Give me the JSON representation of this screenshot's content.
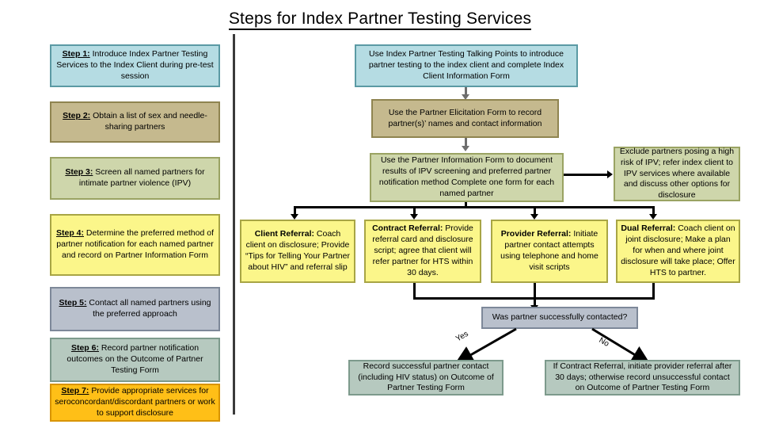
{
  "title": "Steps for Index Partner Testing Services",
  "steps": [
    {
      "label": "Step 1:",
      "text": " Introduce Index Partner Testing Services to the Index Client during pre-test session",
      "color": "#b5dce3"
    },
    {
      "label": "Step 2:",
      "text": " Obtain a list of sex and needle-sharing partners",
      "color": "#c5b98e"
    },
    {
      "label": "Step 3:",
      "text": " Screen all named partners for intimate partner violence (IPV)",
      "color": "#ced6ab"
    },
    {
      "label": "Step 4:",
      "text": " Determine the preferred method of partner notification for each named partner and record on Partner Information Form",
      "color": "#fbf68a"
    },
    {
      "label": "Step 5:",
      "text": " Contact all named partners using the preferred approach",
      "color": "#b9c0cc"
    },
    {
      "label": "Step 6:",
      "text": " Record partner notification outcomes on the Outcome of Partner Testing Form",
      "color": "#b6c9bf"
    },
    {
      "label": "Step 7:",
      "text": " Provide appropriate services for seroconcordant/discordant partners or work to support disclosure",
      "color": "#ffbf17"
    }
  ],
  "actions": {
    "talking_points": "Use Index Partner Testing Talking Points to introduce partner testing to the index client and complete Index Client Information Form",
    "elicitation": "Use the Partner Elicitation Form to record partner(s)’ names and contact information",
    "information_form": "Use the Partner Information Form to document results of IPV screening and preferred partner notification method Complete one form for each named partner",
    "exclude": "Exclude partners posing a high risk of IPV; refer index client to IPV services where available and discuss other options for disclosure"
  },
  "referrals": [
    {
      "title": "Client Referral:",
      "text": " Coach client on disclosure; Provide “Tips for Telling Your Partner about HIV” and referral slip"
    },
    {
      "title": "Contract Referral:",
      "text": " Provide referral card and disclosure script; agree that client will refer partner for HTS within 30 days."
    },
    {
      "title": "Provider Referral:",
      "text": " Initiate partner contact attempts using telephone and home visit scripts"
    },
    {
      "title": "Dual Referral:",
      "text": " Coach client on joint disclosure; Make a plan for when and where joint disclosure will take place; Offer HTS to partner."
    }
  ],
  "decision": {
    "question": "Was partner successfully contacted?",
    "yes_label": "Yes",
    "no_label": "No",
    "yes_outcome": "Record successful partner contact (including HIV status) on Outcome of Partner Testing Form",
    "no_outcome": "If Contract Referral, initiate provider referral after 30 days; otherwise record unsuccessful contact on Outcome of Partner Testing Form"
  },
  "colors": {
    "blue": "#b5dce3",
    "tan": "#c5b98e",
    "sage": "#ced6ab",
    "yellow": "#fbf68a",
    "slate": "#b9c0cc",
    "green_sage": "#b6c9bf",
    "orange": "#ffbf17",
    "connector": "#000000",
    "divider": "#3a3a3a"
  }
}
